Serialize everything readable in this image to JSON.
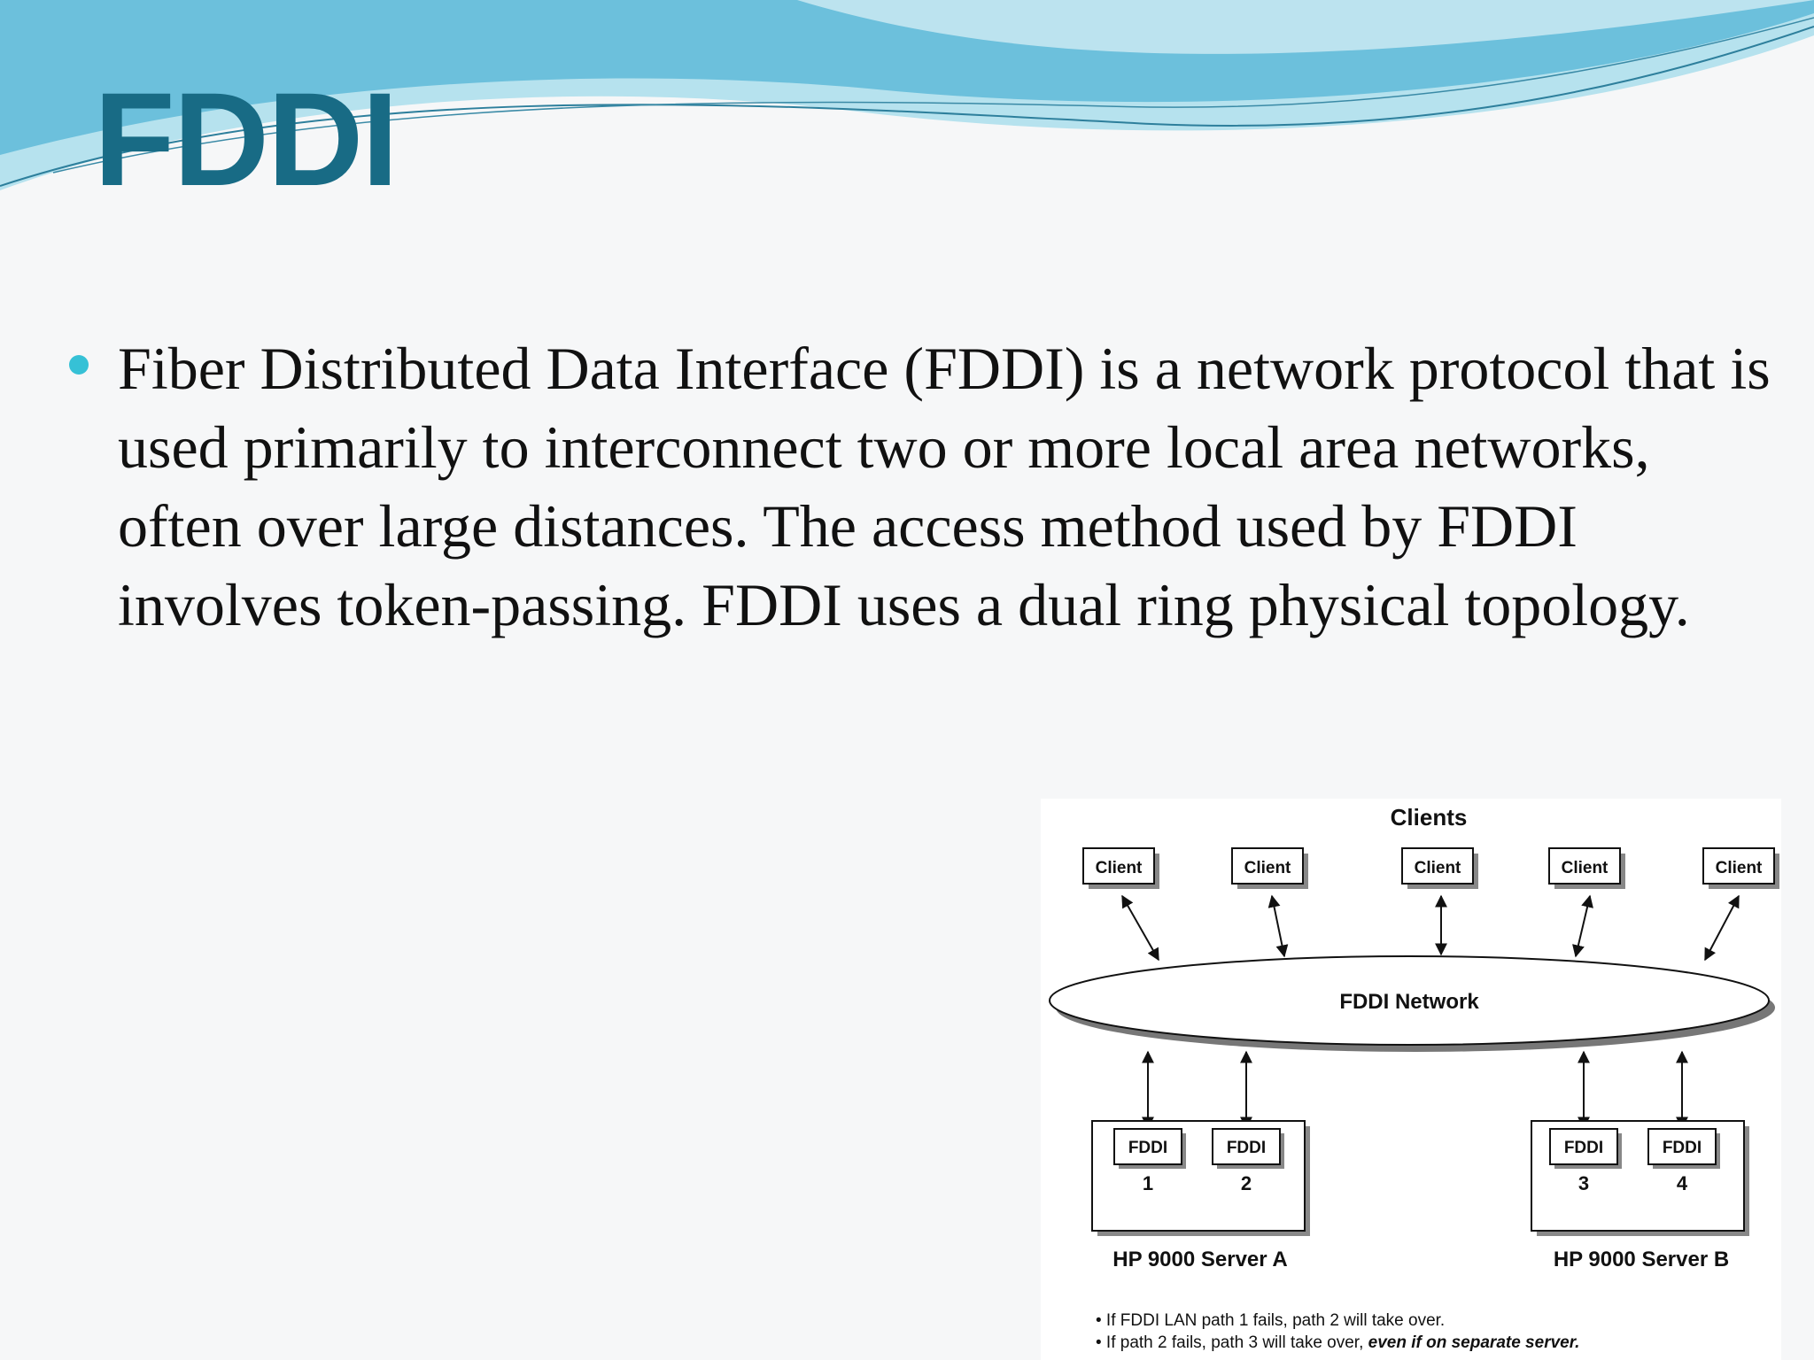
{
  "slide": {
    "title": "FDDI",
    "bullet": "Fiber Distributed Data Interface (FDDI) is a network protocol that is used primarily to interconnect two or more local area networks, often over large distances. The access method used by FDDI involves token-passing. FDDI uses a dual ring physical topology."
  },
  "colors": {
    "title": "#186b85",
    "bullet_dot": "#36c1d6",
    "wave_light": "#b6e2ee",
    "wave_dark": "#5fb3d3"
  },
  "diagram": {
    "clients_header": "Clients",
    "client_label": "Client",
    "network_label": "FDDI Network",
    "card_label": "FDDI",
    "card_numbers": [
      "1",
      "2",
      "3",
      "4"
    ],
    "server_a": "HP 9000 Server A",
    "server_b": "HP 9000 Server B",
    "note_1": "• If FDDI LAN path 1 fails, path 2 will take over.",
    "note_2_plain": "• If path 2 fails, path 3 will take over, ",
    "note_2_emph": "even if on separate server."
  }
}
